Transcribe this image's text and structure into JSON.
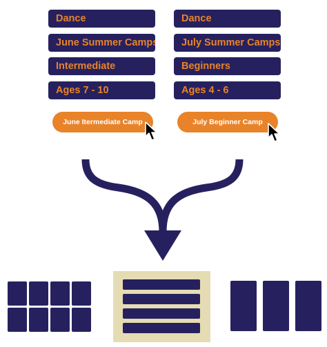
{
  "left_card": {
    "tags": [
      "Dance",
      "June Summer Camps",
      "Intermediate",
      "Ages 7 - 10"
    ],
    "button_label": "June Itermediate Camp"
  },
  "right_card": {
    "tags": [
      "Dance",
      "July Summer Camps",
      "Beginners",
      "Ages 4 - 6"
    ],
    "button_label": "July Beginner Camp"
  },
  "layouts": [
    {
      "name": "grid",
      "rows": 2,
      "columns": 4
    },
    {
      "name": "list",
      "items": 4,
      "highlighted": true
    },
    {
      "name": "columns",
      "columns": 3
    }
  ],
  "colors": {
    "navy": "#26215e",
    "orange": "#e8832a",
    "highlight": "#e5dcb4"
  },
  "icons": [
    "cursor-icon",
    "merge-arrow-icon"
  ]
}
